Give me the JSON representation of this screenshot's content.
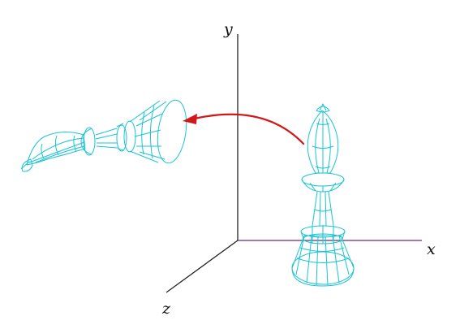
{
  "axes": {
    "x_label": "x",
    "y_label": "y",
    "z_label": "z"
  },
  "colors": {
    "axis": "#222222",
    "x_axis_tint": "#6a2a8a",
    "wireframe": "#18c4d4",
    "rotation_arrow": "#d01818",
    "background": "#ffffff"
  },
  "objects": {
    "original": "chess-bishop-wireframe",
    "rotated": "chess-bishop-wireframe-rotated"
  }
}
